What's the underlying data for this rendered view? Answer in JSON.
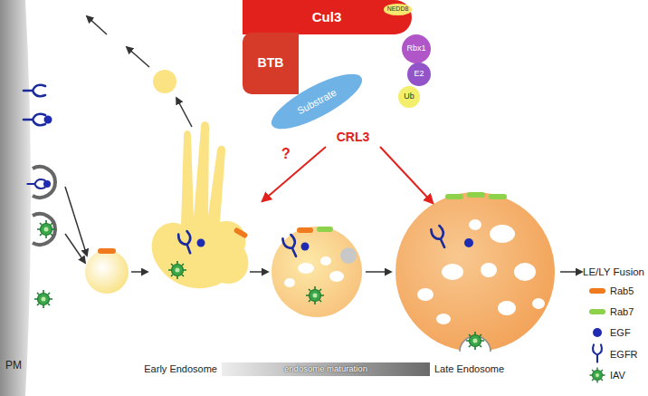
{
  "diagram": {
    "nodes": [
      {
        "text": [
          "Cul3"
        ]
      },
      {
        "text": [
          "NEDD8"
        ],
        "in": 0
      },
      {
        "text": [
          "BTB"
        ]
      },
      {
        "text": [
          "Rbx1"
        ]
      },
      {
        "text": [
          "E2"
        ]
      },
      {
        "text": [
          "Substrate"
        ]
      },
      {
        "text": [
          "Ub"
        ]
      },
      {
        "text": [
          "endosome maturation"
        ]
      }
    ],
    "labels": [
      "CRL3",
      "?",
      "PM",
      "Early Endosome",
      "Late Endosome",
      "LE/LY Fusion"
    ],
    "legend": [
      {
        "text": "Rab5",
        "color": "#f07b1f"
      },
      {
        "text": "Rab7",
        "color": "#8ed14b"
      },
      {
        "text": "EGF",
        "color": "#1f2bb0"
      },
      {
        "text": "EGFR"
      },
      {
        "text": "IAV"
      }
    ]
  }
}
